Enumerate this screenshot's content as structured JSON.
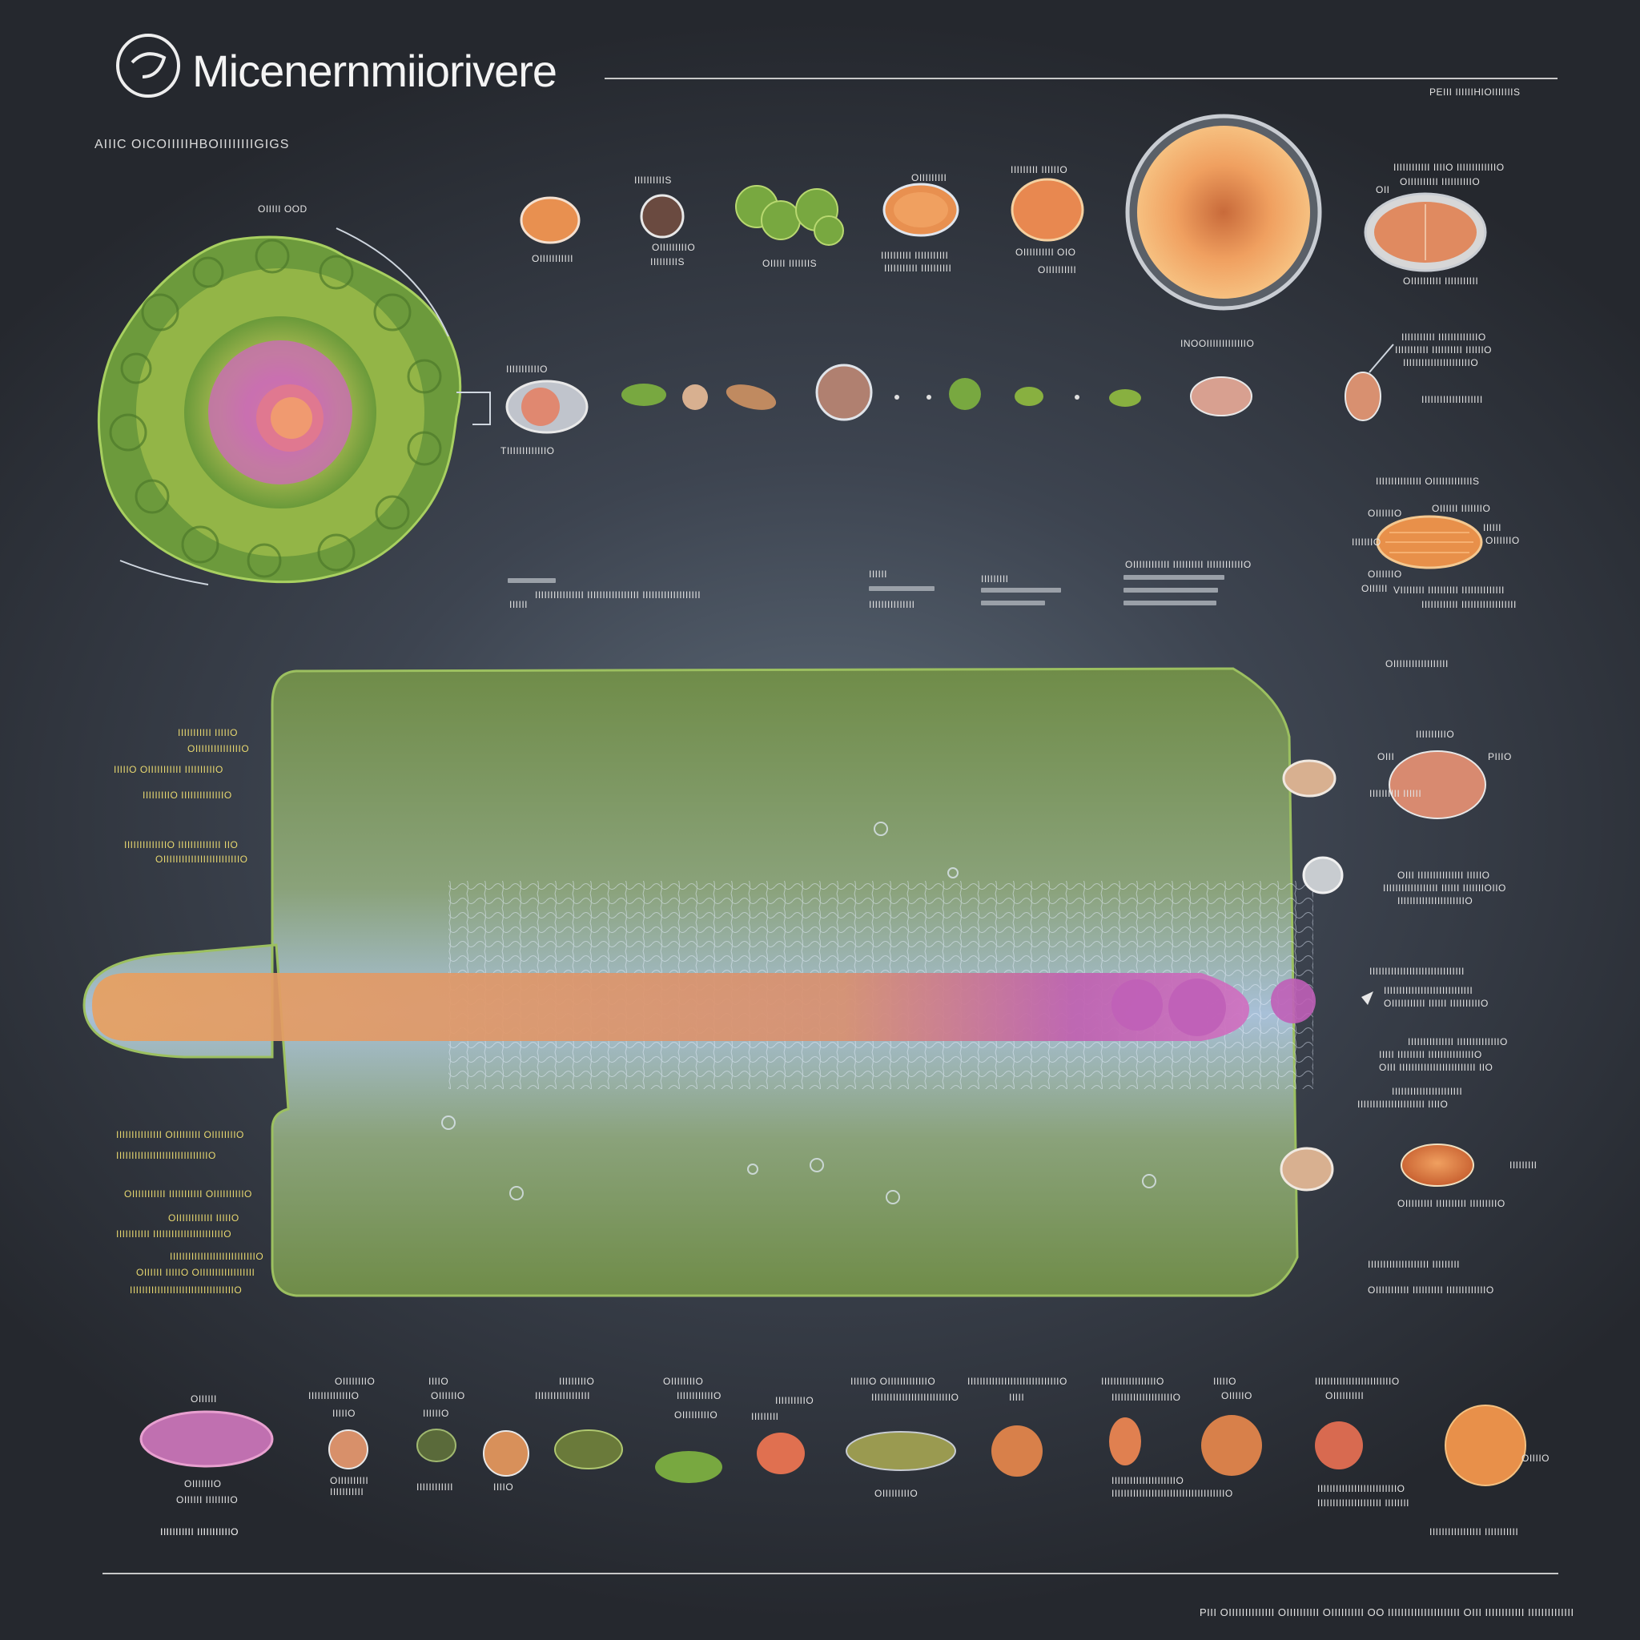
{
  "header": {
    "title": "Micenernmiiorivere",
    "subtitle": "AIIIC OICOIIIIIHBOIIIIIIIIGIGS",
    "top_right": "PEIII IIIIIIHIOIIIIIIIS"
  },
  "labels": {
    "big_cell": "OIIIII OOD",
    "r1_c1_top": "IIIIIIIIIIS",
    "r1_c1": "OIIIIIIIIIII",
    "r1_c2a": "OIIIIIIIIIO",
    "r1_c2b": "IIIIIIIIIS",
    "r1_c3": "OIIIII IIIIIIIS",
    "r1_c4a": "OIIIIIIIII",
    "r1_c4b": "IIIIIIIIII IIIIIIIIIII",
    "r1_c4c": "IIIIIIIIIII IIIIIIIIII",
    "r1_c5a": "IIIIIIIII IIIIIIO",
    "r1_c5b": "OIIIIIIIIII OIO",
    "r1_c5c": "OIIIIIIIIII",
    "r1_c7a": "IIIIIIIIIIII IIIIO IIIIIIIIIIIIIO",
    "r1_c7b": "OIIIIIIIIII IIIIIIIIIIO",
    "r1_c7c": "OII",
    "r1_c7d": "OIIIIIIIIII IIIIIIIIIII",
    "r2_c1": "IIIIIIIIIIIO",
    "r2_c1b": "TIIIIIIIIIIIIIO",
    "r2_nucleus": "INOOIIIIIIIIIIIIIO",
    "r2_right_a": "IIIIIIIIIII IIIIIIIIIIIIIO",
    "r2_right_b": "IIIIIIIIIII IIIIIIIIII IIIIIIO",
    "r2_right_c": "IIIIIIIIIIIIIIIIIIIIIIO",
    "r2_right_d": "IIIIIIIIIIIIIIIIIIII",
    "mito_title": "IIIIIIIIIIIIIII OIIIIIIIIIIIIIS",
    "mito_a": "OIIIIIIO",
    "mito_b": "OIIIIII IIIIIIIO",
    "mito_c": "IIIIIIIO",
    "mito_d": "IIIIII",
    "mito_e": "OIIIIIIO",
    "mito_f": "OIIIIIIO",
    "mito_g": "OIIIIII",
    "mito_h": "VIIIIIIII IIIIIIIIII IIIIIIIIIIIIII",
    "mito_i": "IIIIIIIIIIII IIIIIIIIIIIIIIIIII",
    "mid_bar_a": "IIIIII",
    "mid_bar_b": "IIIIIIIIIIIIIIII IIIIIIIIIIIIIIIII IIIIIIIIIIIIIIIIIII",
    "mid_c": "IIIIII",
    "mid_d": "IIIIIIIIIIIIIII",
    "mid_e": "IIIIIIIII",
    "mid_f": "OIIIIIIIIIIII IIIIIIIIII IIIIIIIIIIIIO",
    "right_section": "OIIIIIIIIIIIIIIIIII",
    "rs_a": "IIIIIIIIIIO",
    "rs_b": "OIII",
    "rs_c": "PIIIO",
    "rs_d": "IIIIIIIIII IIIIII",
    "rs_e": "OIII IIIIIIIIIIIIIII IIIIIO",
    "rs_f": "IIIIIIIIIIIIIIIIII IIIIII IIIIIIIOIIO",
    "rs_g": "IIIIIIIIIIIIIIIIIIIIIIO",
    "rs_h": "IIIIIIIIIIIIIIIIIIIIIIIIIIIIIII",
    "rs_i": "IIIIIIIIIIIIIIIIIIIIIIIIIIIII",
    "rs_j": "OIIIIIIIIIII IIIIII IIIIIIIIIIO",
    "rs_k": "IIIIIIIIIIIIIII IIIIIIIIIIIIIIO",
    "rs_l": "IIIII IIIIIIIII IIIIIIIIIIIIIIIO",
    "rs_m": "OIII IIIIIIIIIIIIIIIIIIIIIIIII IIO",
    "rs_n": "IIIIIIIIIIIIIIIIIIIIIII",
    "rs_o": "IIIIIIIIIIIIIIIIIIIIII IIIIO",
    "rs_p": "IIIIIIIII",
    "rs_q": "OIIIIIIIII IIIIIIIIII IIIIIIIIIO",
    "rs_r": "IIIIIIIIIIIIIIIIIIII IIIIIIIII",
    "rs_s": "OIIIIIIIIIII IIIIIIIIII IIIIIIIIIIIIIO",
    "left_a": "IIIIIIIIIII IIIIIO",
    "left_b": "OIIIIIIIIIIIIIIIO",
    "left_c": "IIIIIO OIIIIIIIIIII IIIIIIIIIIO",
    "left_d": "IIIIIIIIIO IIIIIIIIIIIIIIO",
    "left_e": "IIIIIIIIIIIIIIO IIIIIIIIIIIIII IIO",
    "left_f": "OIIIIIIIIIIIIIIIIIIIIIIIIIO",
    "left_g": "IIIIIIIIIIIIIII OIIIIIIIII OIIIIIIIIO",
    "left_h": "IIIIIIIIIIIIIIIIIIIIIIIIIIIIIIO",
    "left_i": "OIIIIIIIIIII IIIIIIIIIII OIIIIIIIIIIO",
    "left_j": "OIIIIIIIIIIII IIIIIO",
    "left_k": "IIIIIIIIIII IIIIIIIIIIIIIIIIIIIIIIIO",
    "left_l": "IIIIIIIIIIIIIIIIIIIIIIIIIIIIO",
    "left_m": "OIIIIII IIIIIO OIIIIIIIIIIIIIIIIII",
    "left_n": "IIIIIIIIIIIIIIIIIIIIIIIIIIIIIIIIIIO",
    "b_1a": "OIIIIII",
    "b_1b": "OIIIIIIIO",
    "b_1c": "OIIIIII IIIIIIIIO",
    "b_1d": "IIIIIIIIIII IIIIIIIIIIIO",
    "b_2a": "OIIIIIIIIO",
    "b_2b": "IIIIIIIIIIIIIIO",
    "b_2c": "IIIIIO",
    "b_2d": "OIIIIIIIIII",
    "b_2e": "IIIIIIIIIII",
    "b_3a": "IIIIO",
    "b_3b": "OIIIIIIO",
    "b_3c": "IIIIIIO",
    "b_3d": "IIIIIIIIIIII",
    "b_3e": "IIIIO",
    "b_4a": "IIIIIIIIIO",
    "b_4b": "IIIIIIIIIIIIIIIIII",
    "b_5a": "OIIIIIIIIO",
    "b_5b": "IIIIIIIIIIIIO",
    "b_5c": "OIIIIIIIIIO",
    "b_6a": "IIIIIIIIIIO",
    "b_6b": "IIIIIIIII",
    "b_7a": "IIIIIIO OIIIIIIIIIIIIIO",
    "b_7b": "IIIIIIIIIIIIIIIIIIIIIIIIIIO",
    "b_7c": "OIIIIIIIIIO",
    "b_8a": "IIIIIIIIIIIIIIIIIIIIIIIIIIIIIIO",
    "b_8b": "IIIII",
    "b_9a": "IIIIIIIIIIIIIIIIIIO",
    "b_9b": "IIIIIIIIIIIIIIIIIIIIO",
    "b_10a": "IIIIIIIIIIIIIIIIIIIIIO",
    "b_10b": "IIIIIIIIIIIIIIIIIIIIIIIIIIIIIIIIIIIIIO",
    "b_11a": "IIIIIO",
    "b_11b": "OIIIIIO",
    "b_12a": "IIIIIIIIIIIIIIIIIIIIIIIIIO",
    "b_12b": "OIIIIIIIIII",
    "b_12c": "IIIIIIIIIIIIIIIIIIIIIIIIIIO",
    "b_13": "OIIIIO",
    "b_14": "IIIIIIIIIIIIIIIIIIIII IIIIIIII",
    "footer_left": "IIIIIIIIIII IIIIIIIIIIIO",
    "footer_right": "IIIIIIIIIIIIIIIII IIIIIIIIIII"
  },
  "footer": {
    "text": "PIII OIIIIIIIIIIIIII OIIIIIIIIII OIIIIIIIIII OO IIIIIIIIIIIIIIIIIIIIII OIII IIIIIIIIIIII IIIIIIIIIIIIII"
  },
  "colors": {
    "background": "#2e333b",
    "green": "#7da04a",
    "orange": "#e89050",
    "pink": "#c86aa8",
    "text_yellow": "#e8d870"
  }
}
